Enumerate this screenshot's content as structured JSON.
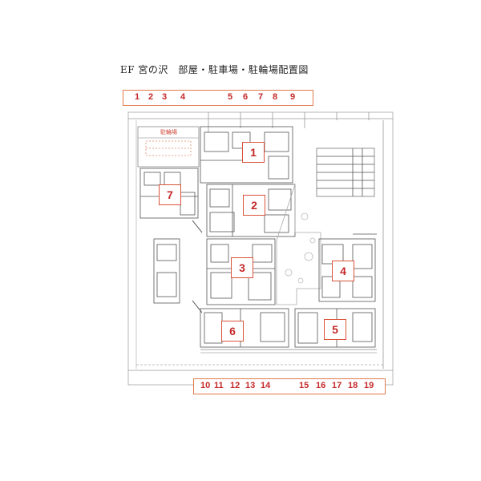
{
  "title": "EF 宮の沢　部屋・駐車場・駐輪場配置図",
  "parking_top": [
    "1",
    "2",
    "3",
    "4",
    "5",
    "6",
    "7",
    "8",
    "9"
  ],
  "parking_bottom": [
    "10",
    "11",
    "12",
    "13",
    "14",
    "15",
    "16",
    "17",
    "18",
    "19"
  ],
  "rooms": [
    "1",
    "2",
    "3",
    "4",
    "5",
    "6",
    "7"
  ],
  "bicycle_label": "駐輪場",
  "colors": {
    "accent": "#c62828",
    "border": "#e07a4a",
    "line": "#555555"
  }
}
